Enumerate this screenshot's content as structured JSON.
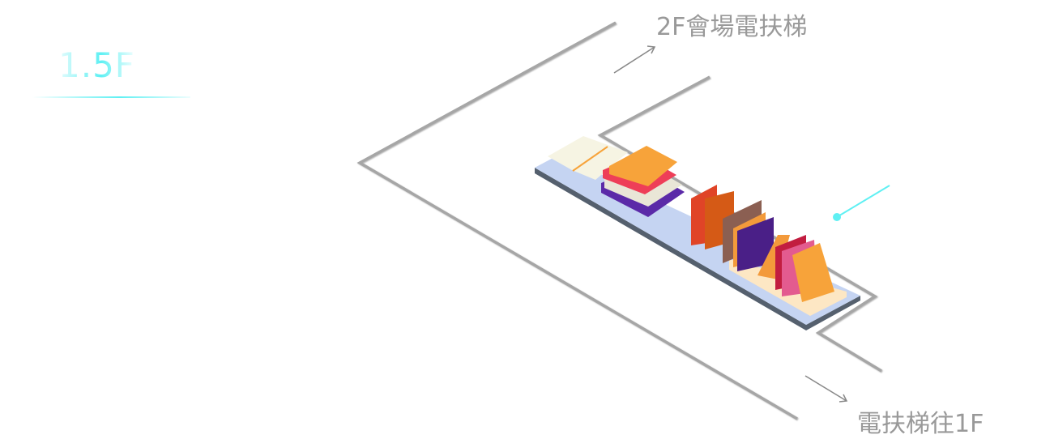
{
  "floor": {
    "label": "1.5F"
  },
  "directions": {
    "up_label": "2F會場電扶梯",
    "down_label": "電扶梯往1F"
  },
  "colors": {
    "accent": "#5ff0f3",
    "path": "#a6a6a6",
    "label": "#999999"
  }
}
